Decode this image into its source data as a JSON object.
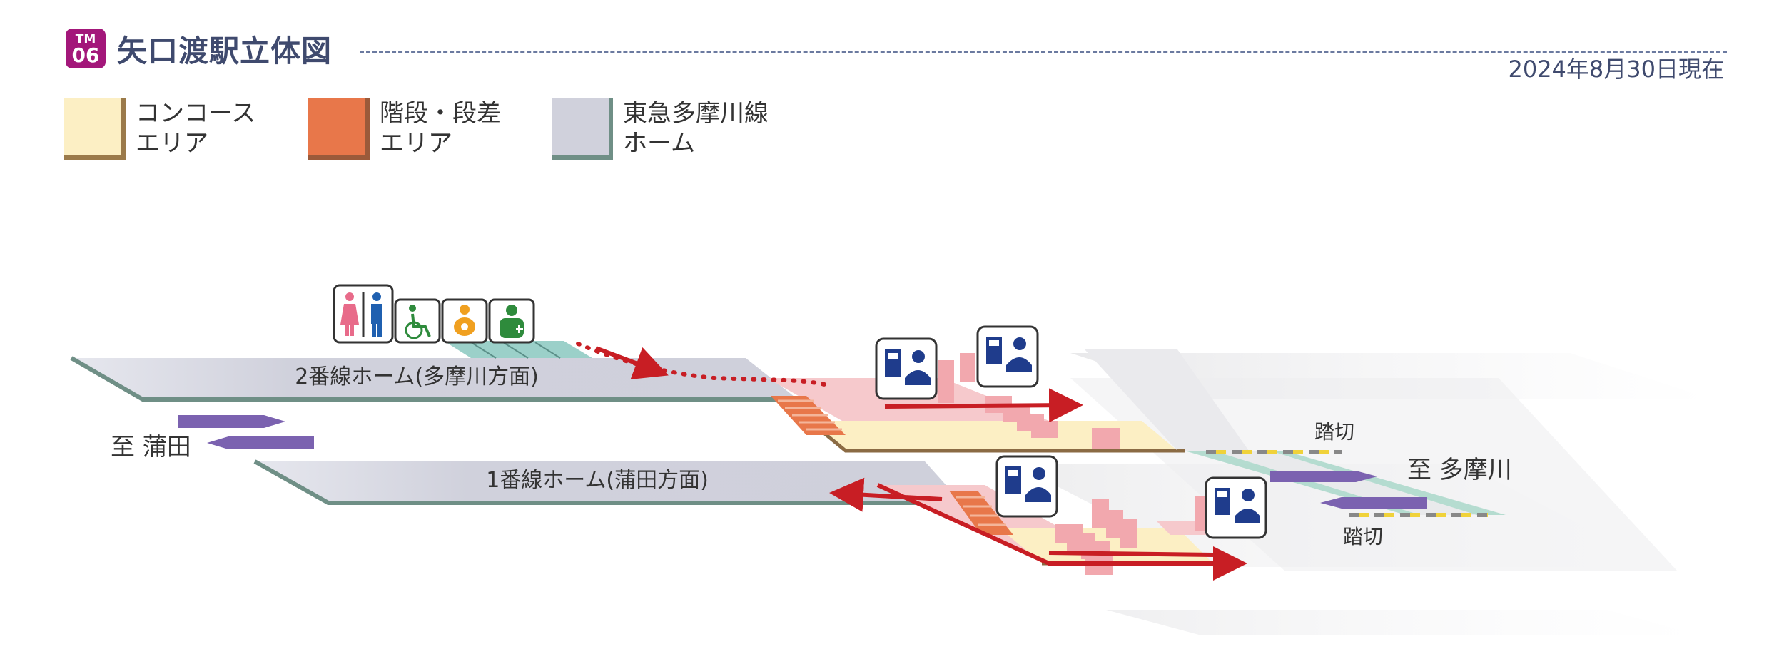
{
  "header": {
    "line_code": "TM",
    "station_number": "06",
    "title": "矢口渡駅立体図",
    "as_of_date": "2024年8月30日現在"
  },
  "legend": [
    {
      "line1": "コンコース",
      "line2": "エリア",
      "color": "#fcefc4",
      "edge": "#9b7a4a"
    },
    {
      "line1": "階段・段差",
      "line2": "エリア",
      "color": "#e8774a",
      "edge": "#9b5a3a"
    },
    {
      "line1": "東急多摩川線",
      "line2": "ホーム",
      "color": "#d0d1dc",
      "edge": "#6f8f86"
    }
  ],
  "platforms": {
    "platform2": "2番線ホーム(多摩川方面)",
    "platform1": "1番線ホーム(蒲田方面)"
  },
  "directions": {
    "to_kamata": "至 蒲田",
    "to_tamagawa": "至 多摩川"
  },
  "crossings": {
    "upper": "踏切",
    "lower": "踏切"
  },
  "facility_icons": [
    "restroom-icon",
    "accessible-icon",
    "baby-care-icon",
    "first-aid-icon",
    "ticket-machine-staff-icon"
  ],
  "colors": {
    "brand": "#a3177a",
    "title": "#3f4a6e",
    "concourse": "#fcefc4",
    "stairs": "#e8774a",
    "platform": "#d0d1dc",
    "route": "#c81e24",
    "train_arrow": "#7b62b0",
    "icon_blue": "#1f3c8c"
  }
}
